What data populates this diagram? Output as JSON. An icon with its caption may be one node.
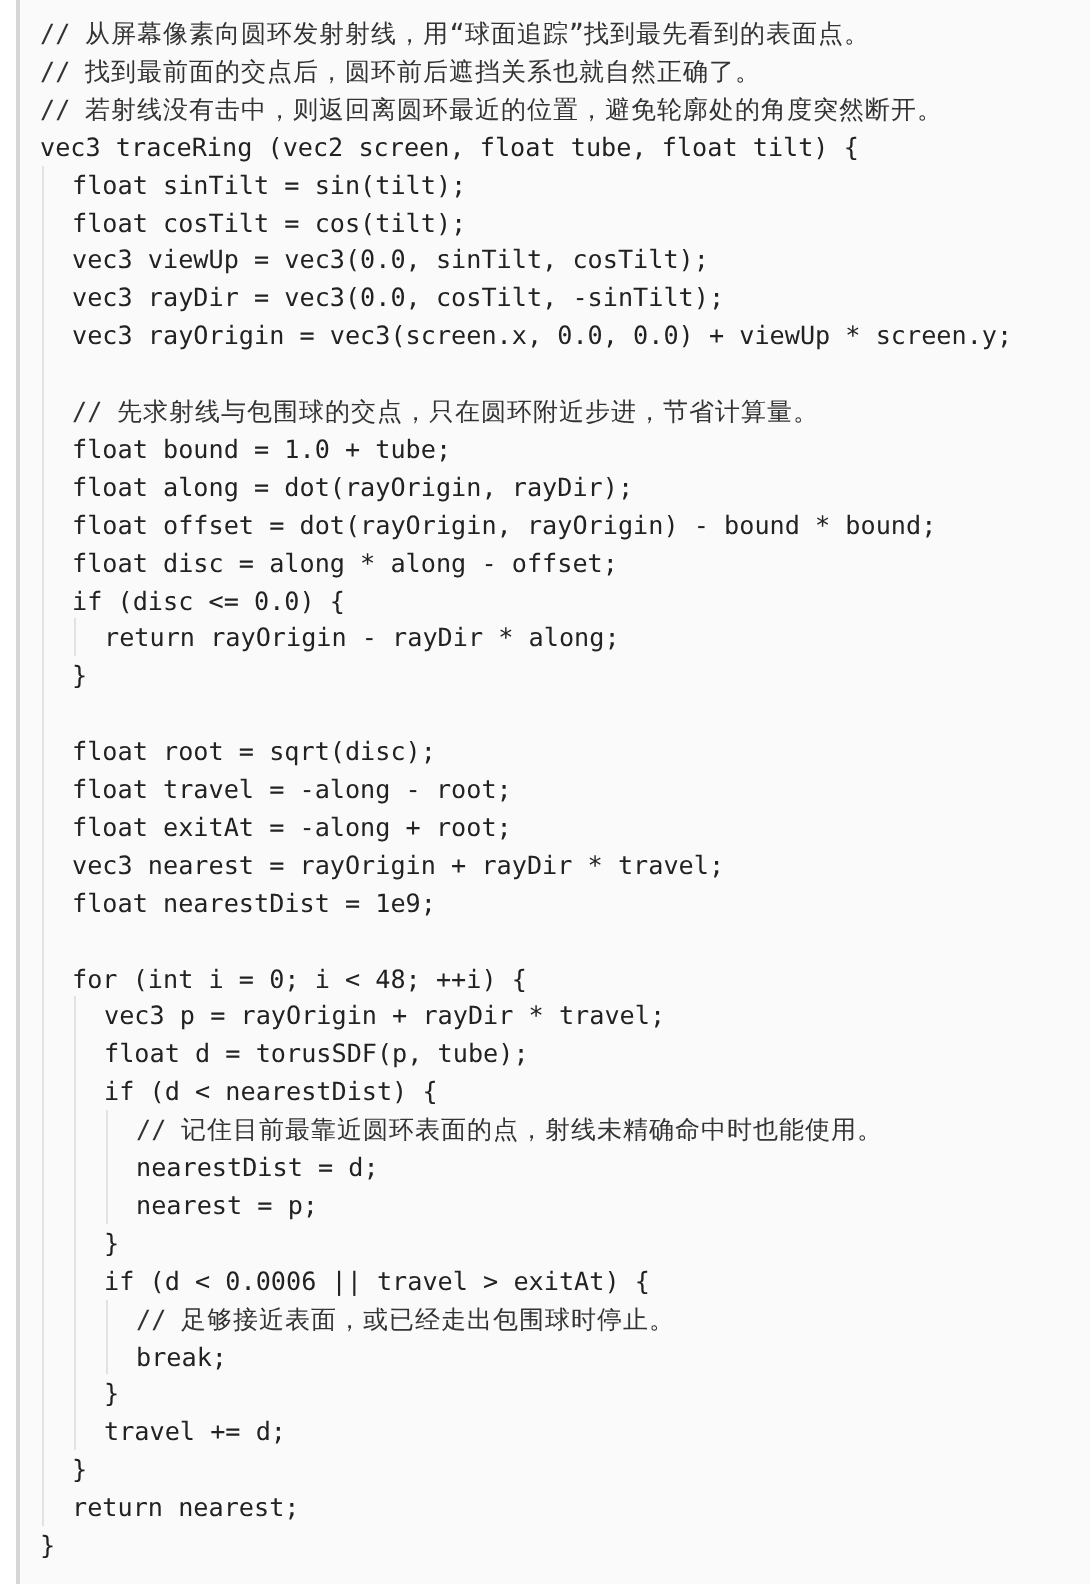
{
  "diagram": {
    "labels": [
      "// 从屏幕像素向圆环发射射线，用“球面追踪”找到最先看到的表面点。",
      "// 找到最前面的交点后，圆环前后遮挡关系也就自然正确了。",
      "// 若射线没有击中，则返回离圆环最近的位置，避免轮廓处的角度突然断开。",
      "vec3 traceRing (vec2 screen, float tube, float tilt) {",
      "float sinTilt = sin(tilt);",
      "float cosTilt = cos(tilt);",
      "vec3 viewUp = vec3(0.0, sinTilt, cosTilt);",
      "vec3 rayDir = vec3(0.0, cosTilt, -sinTilt);",
      "vec3 rayOrigin = vec3(screen.x, 0.0, 0.0) + viewUp * screen.y;",
      "// 先求射线与包围球的交点，只在圆环附近步进，节省计算量。",
      "float bound = 1.0 + tube;",
      "float along = dot(rayOrigin, rayDir);",
      "float offset = dot(rayOrigin, rayOrigin) - bound * bound;",
      "float disc = along * along - offset;",
      "if (disc <= 0.0) {",
      "return rayOrigin - rayDir * along;",
      "}",
      "float root = sqrt(disc);",
      "float travel = -along - root;",
      "float exitAt = -along + root;",
      "vec3 nearest = rayOrigin + rayDir * travel;",
      "float nearestDist = 1e9;",
      "for (int i = 0; i < 48; ++i) {",
      "vec3 p = rayOrigin + rayDir * travel;",
      "float d = torusSDF(p, tube);",
      "if (d < nearestDist) {",
      "// 记住目前最靠近圆环表面的点，射线未精确命中时也能使用。",
      "nearestDist = d;",
      "nearest = p;",
      "}",
      "if (d < 0.0006 || travel > exitAt) {",
      "// 足够接近表面，或已经走出包围球时停止。",
      "break;",
      "}",
      "travel += d;",
      "}",
      "return nearest;",
      "}"
    ]
  }
}
